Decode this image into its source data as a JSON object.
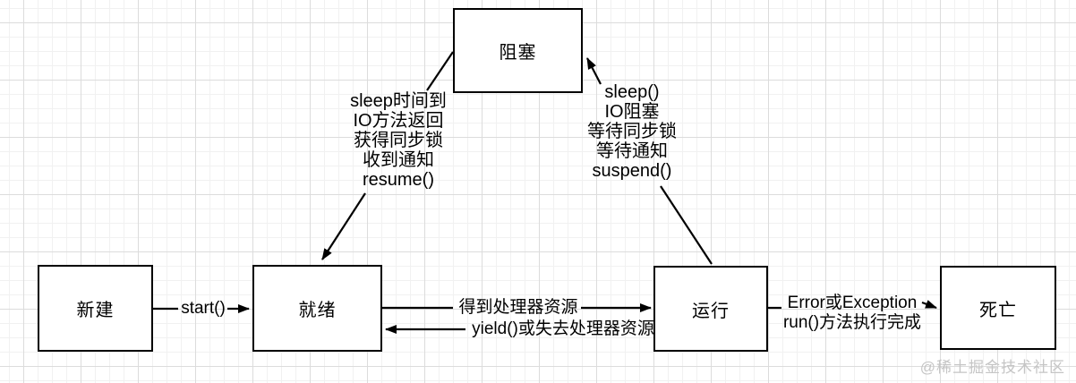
{
  "nodes": {
    "blocked": {
      "label": "阻塞"
    },
    "new_state": {
      "label": "新建"
    },
    "ready": {
      "label": "就绪"
    },
    "running": {
      "label": "运行"
    },
    "dead": {
      "label": "死亡"
    }
  },
  "edges": {
    "start": {
      "label": "start()"
    },
    "get_cpu": {
      "label": "得到处理器资源"
    },
    "yield_cpu": {
      "label": "yield()或失去处理器资源"
    },
    "terminate": {
      "lines": [
        "Error或Exception",
        "run()方法执行完成"
      ]
    },
    "wake_up": {
      "lines": [
        "sleep时间到",
        "IO方法返回",
        "获得同步锁",
        "收到通知",
        "resume()"
      ]
    },
    "block": {
      "lines": [
        "sleep()",
        "IO阻塞",
        "等待同步锁",
        "等待通知",
        "suspend()"
      ]
    }
  },
  "watermark": {
    "text": "@稀土掘金技术社区"
  },
  "colors": {
    "line": "#000000",
    "node_fill": "#ffffff",
    "node_border": "#000000",
    "grid_minor": "#f1f1f1",
    "grid_major": "#dcdcdc",
    "watermark": "#c5c5c5"
  }
}
